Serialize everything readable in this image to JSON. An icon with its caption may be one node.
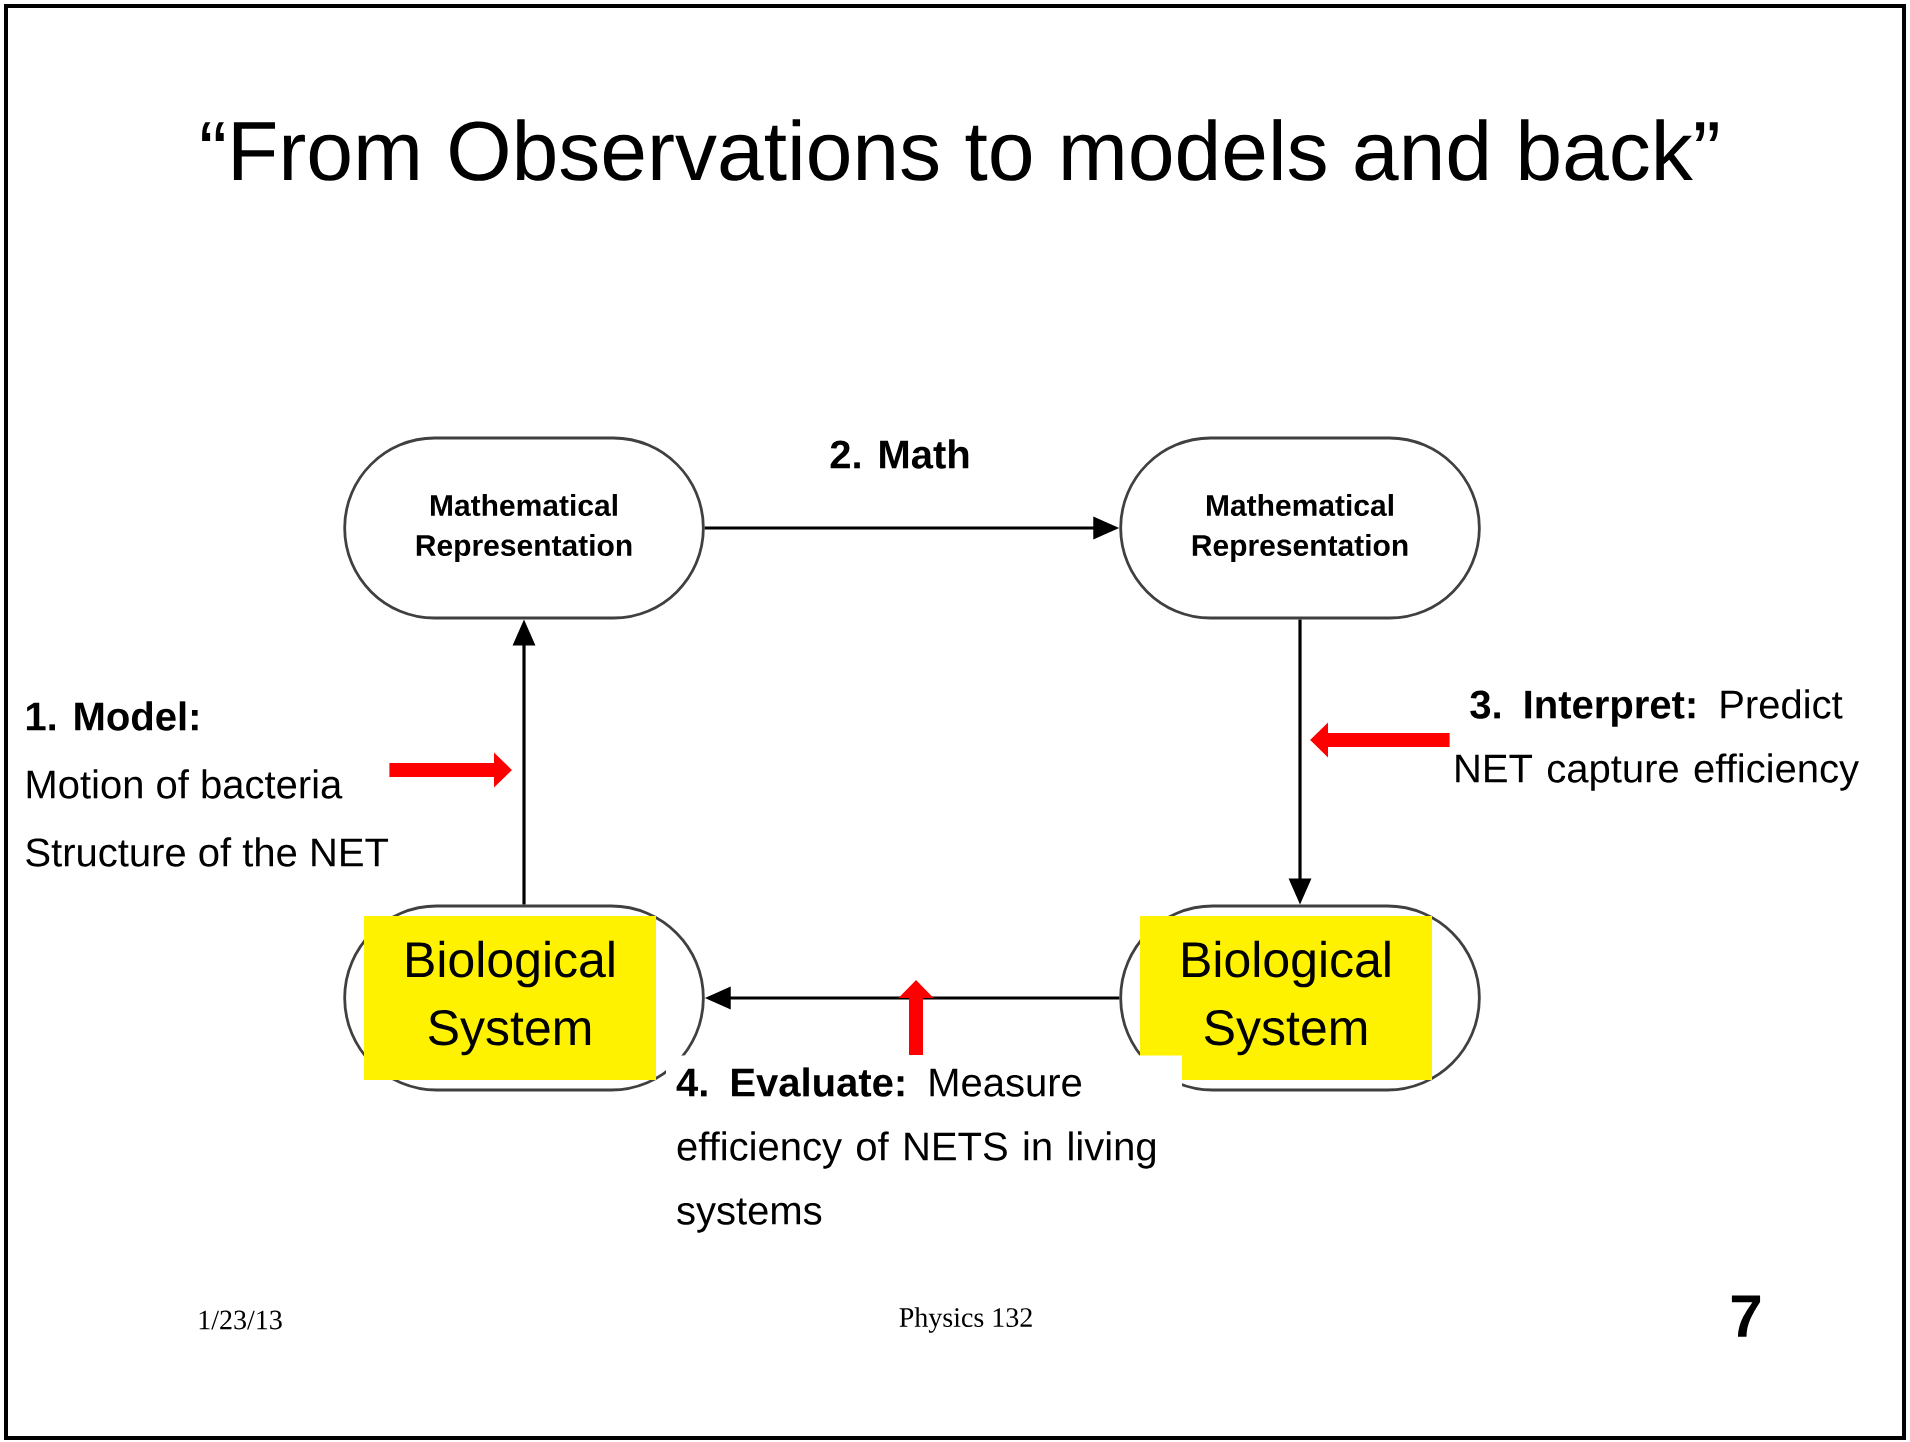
{
  "diagram": {
    "title": "“From Observations to models and back”",
    "nodes": [
      {
        "text": [
          "Mathematical Representation"
        ]
      },
      {
        "text": [
          "Mathematical Representation"
        ]
      },
      {
        "text": [
          "Biological System"
        ]
      },
      {
        "text": [
          "Biological System"
        ]
      },
      {
        "text": [
          "1. Model:",
          "Motion of bacteria",
          "Structure of the NET"
        ]
      },
      {
        "text": [
          "**3. Interpret:** Predict NET capture efficiency"
        ]
      },
      {
        "text": [
          "**4. Evaluate:** Measure efficiency of NETS in living systems"
        ]
      }
    ],
    "edges": [
      {
        "from": 0,
        "to": 1,
        "arrow": "to",
        "label": "2. Math"
      },
      {
        "from": 1,
        "to": 2,
        "arrow": "to"
      },
      {
        "from": 2,
        "to": 3,
        "arrow": "to"
      },
      {
        "from": 3,
        "to": 0,
        "arrow": "to"
      },
      {
        "from": 4,
        "to": null,
        "arrow": "to",
        "style": "thick",
        "color": "#ff0000"
      },
      {
        "from": 5,
        "to": null,
        "arrow": "to",
        "style": "thick",
        "color": "#ff0000"
      },
      {
        "from": 6,
        "to": null,
        "arrow": "to",
        "style": "thick",
        "color": "#ff0000"
      }
    ],
    "labels": [
      "1/23/13",
      "Physics 132",
      "7"
    ]
  }
}
